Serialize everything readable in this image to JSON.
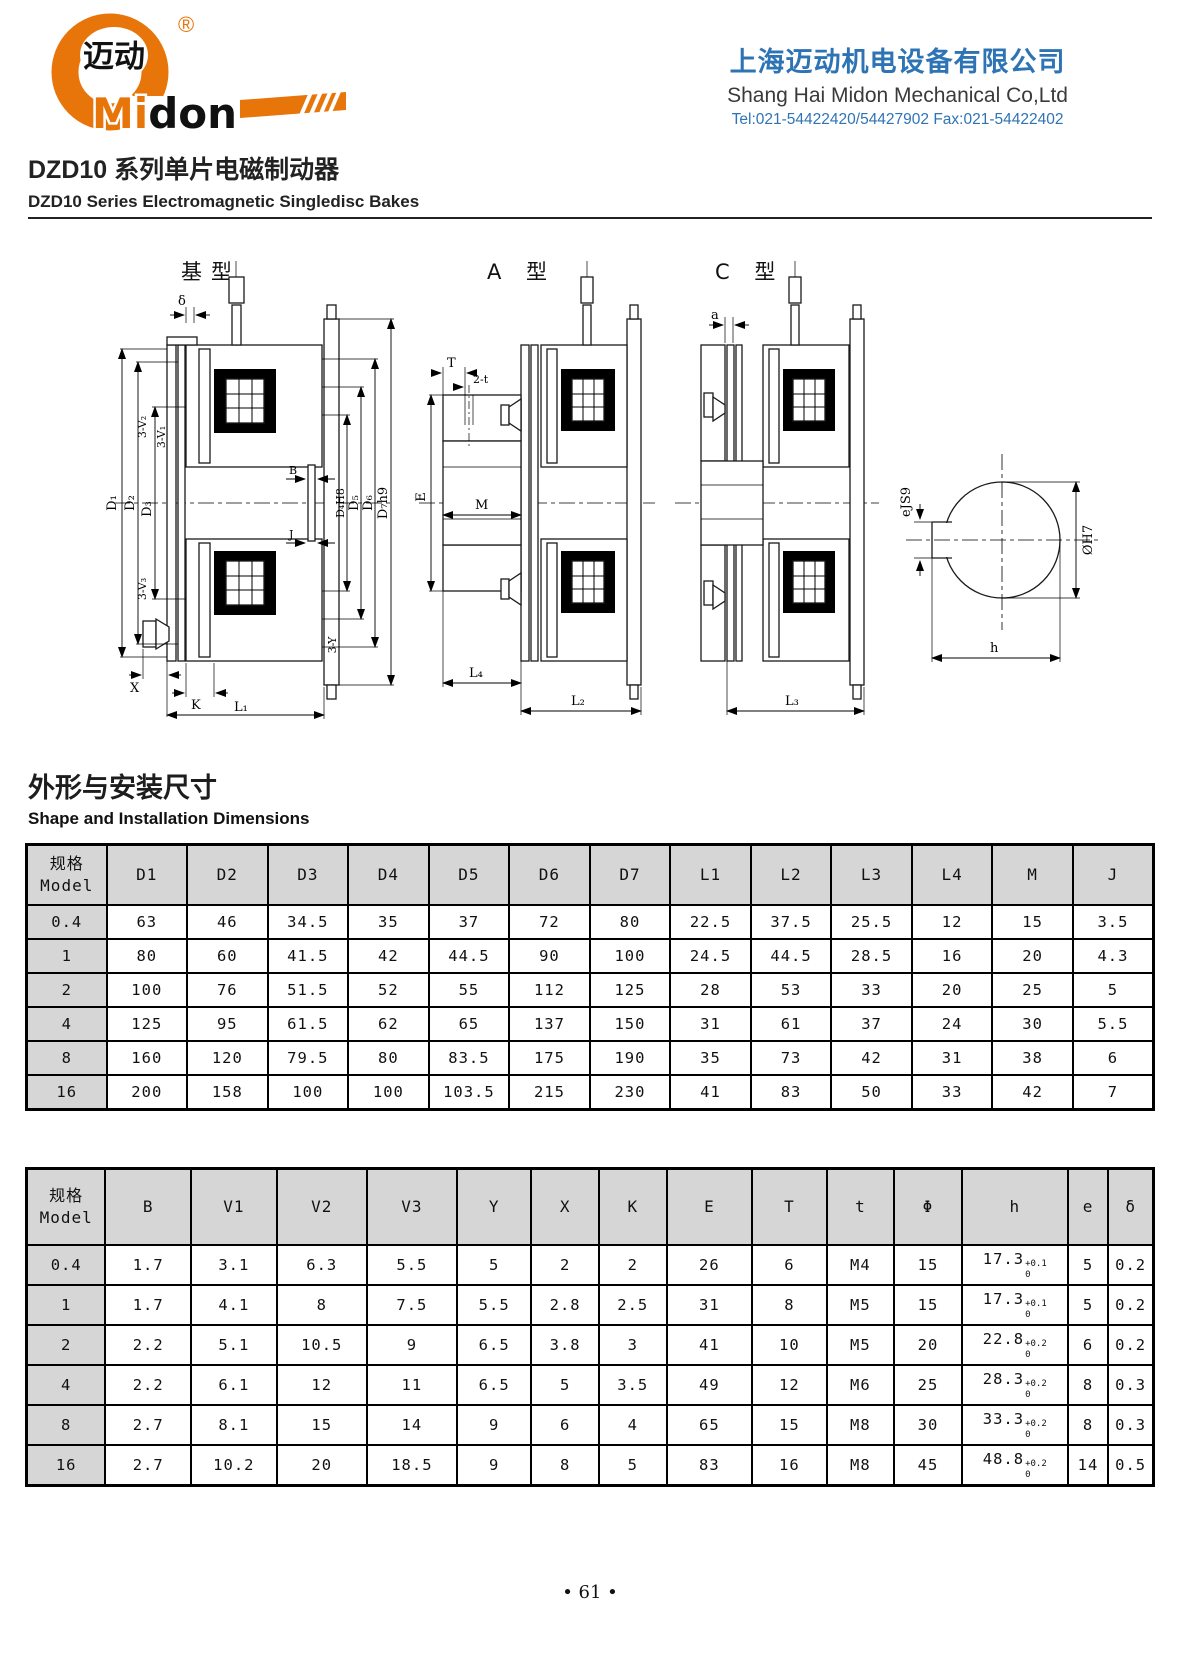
{
  "header": {
    "company_cn": "上海迈动机电设备有限公司",
    "company_en": "Shang Hai Midon Mechanical Co,Ltd",
    "contact": "Tel:021-54422420/54427902 Fax:021-54422402",
    "logo": {
      "brand_cn": "迈动",
      "brand_mi": "Mi",
      "brand_don": "don",
      "registered": "®"
    }
  },
  "title": {
    "cn": "DZD10 系列单片电磁制动器",
    "en": "DZD10 Series Electromagnetic Singledisc Bakes"
  },
  "section": {
    "cn": "外形与安装尺寸",
    "en": "Shape and Installation Dimensions"
  },
  "drawings": {
    "base": {
      "title": "基型",
      "labels": {
        "delta": "δ",
        "v2": "3-V₂",
        "v1": "3-V₁",
        "d1": "D₁",
        "d2": "D₂",
        "d3": "D₃",
        "d4": "D₄H8",
        "d5": "D₅",
        "d6": "D₆",
        "d7": "D₇h9",
        "b": "B",
        "j": "J",
        "v3": "3-V₃",
        "y3": "3-Y",
        "x": "X",
        "k": "K",
        "l1": "L₁"
      }
    },
    "a_type": {
      "title": "A 型",
      "labels": {
        "t_upper": "T",
        "two_t": "2-t",
        "e": "E",
        "m": "M",
        "l4": "L₄",
        "l2": "L₂"
      }
    },
    "c_type": {
      "title": "C 型",
      "labels": {
        "a": "a",
        "l3": "L₃"
      }
    },
    "bore": {
      "labels": {
        "ejs9": "eJS9",
        "dh7": "ØH7",
        "h": "h"
      }
    }
  },
  "tables": {
    "dims1": {
      "model_header": {
        "zh": "规格",
        "en": "Model"
      },
      "headers": [
        "D1",
        "D2",
        "D3",
        "D4",
        "D5",
        "D6",
        "D7",
        "L1",
        "L2",
        "L3",
        "L4",
        "M",
        "J"
      ],
      "rows": [
        [
          "0.4",
          "63",
          "46",
          "34.5",
          "35",
          "37",
          "72",
          "80",
          "22.5",
          "37.5",
          "25.5",
          "12",
          "15",
          "3.5"
        ],
        [
          "1",
          "80",
          "60",
          "41.5",
          "42",
          "44.5",
          "90",
          "100",
          "24.5",
          "44.5",
          "28.5",
          "16",
          "20",
          "4.3"
        ],
        [
          "2",
          "100",
          "76",
          "51.5",
          "52",
          "55",
          "112",
          "125",
          "28",
          "53",
          "33",
          "20",
          "25",
          "5"
        ],
        [
          "4",
          "125",
          "95",
          "61.5",
          "62",
          "65",
          "137",
          "150",
          "31",
          "61",
          "37",
          "24",
          "30",
          "5.5"
        ],
        [
          "8",
          "160",
          "120",
          "79.5",
          "80",
          "83.5",
          "175",
          "190",
          "35",
          "73",
          "42",
          "31",
          "38",
          "6"
        ],
        [
          "16",
          "200",
          "158",
          "100",
          "100",
          "103.5",
          "215",
          "230",
          "41",
          "83",
          "50",
          "33",
          "42",
          "7"
        ]
      ]
    },
    "dims2": {
      "model_header": {
        "zh": "规格",
        "en": "Model"
      },
      "headers": [
        "B",
        "V1",
        "V2",
        "V3",
        "Y",
        "X",
        "K",
        "E",
        "T",
        "t",
        "Φ",
        "h",
        "e",
        "δ"
      ],
      "rows": [
        [
          "0.4",
          "1.7",
          "3.1",
          "6.3",
          "5.5",
          "5",
          "2",
          "2",
          "26",
          "6",
          "M4",
          "15",
          {
            "v": "17.3",
            "sup": "+0.1",
            "sub": "0"
          },
          "5",
          "0.2"
        ],
        [
          "1",
          "1.7",
          "4.1",
          "8",
          "7.5",
          "5.5",
          "2.8",
          "2.5",
          "31",
          "8",
          "M5",
          "15",
          {
            "v": "17.3",
            "sup": "+0.1",
            "sub": "0"
          },
          "5",
          "0.2"
        ],
        [
          "2",
          "2.2",
          "5.1",
          "10.5",
          "9",
          "6.5",
          "3.8",
          "3",
          "41",
          "10",
          "M5",
          "20",
          {
            "v": "22.8",
            "sup": "+0.2",
            "sub": "0"
          },
          "6",
          "0.2"
        ],
        [
          "4",
          "2.2",
          "6.1",
          "12",
          "11",
          "6.5",
          "5",
          "3.5",
          "49",
          "12",
          "M6",
          "25",
          {
            "v": "28.3",
            "sup": "+0.2",
            "sub": "0"
          },
          "8",
          "0.3"
        ],
        [
          "8",
          "2.7",
          "8.1",
          "15",
          "14",
          "9",
          "6",
          "4",
          "65",
          "15",
          "M8",
          "30",
          {
            "v": "33.3",
            "sup": "+0.2",
            "sub": "0"
          },
          "8",
          "0.3"
        ],
        [
          "16",
          "2.7",
          "10.2",
          "20",
          "18.5",
          "9",
          "8",
          "5",
          "83",
          "16",
          "M8",
          "45",
          {
            "v": "48.8",
            "sup": "+0.2",
            "sub": "0"
          },
          "14",
          "0.5"
        ]
      ]
    }
  },
  "footer": {
    "page_number": "• 61 •"
  },
  "colors": {
    "accent_orange": "#E8750A",
    "company_blue": "#2E74B5",
    "table_header_bg": "#D6D6D6"
  }
}
